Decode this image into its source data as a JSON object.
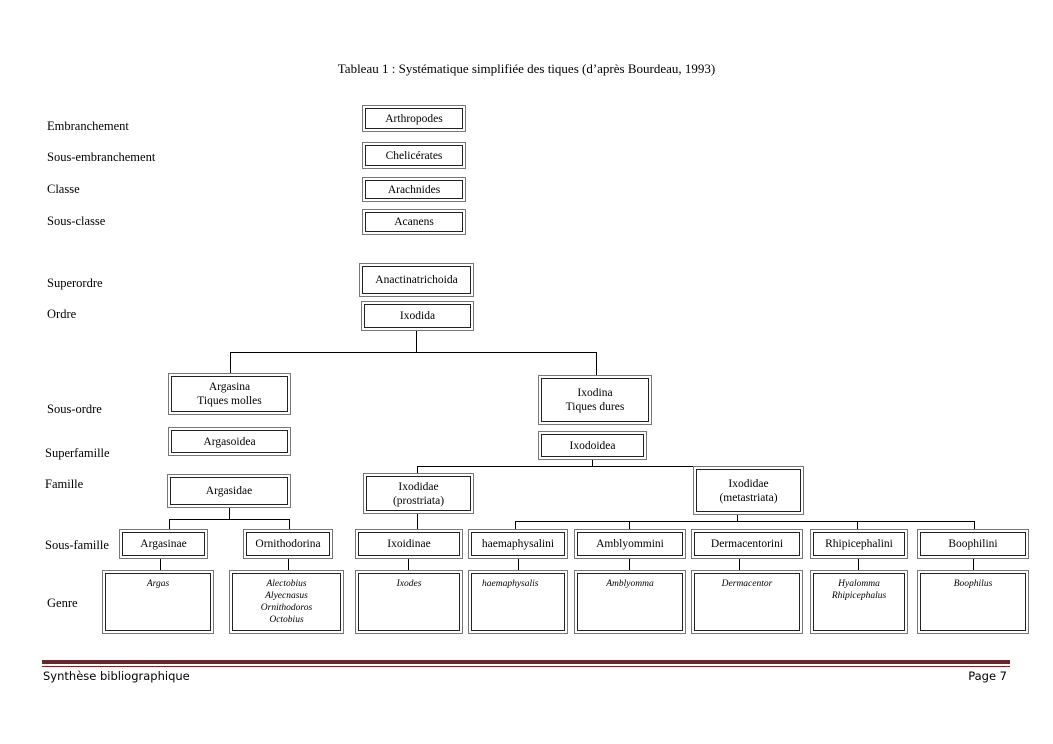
{
  "title": "Tableau 1 : Systématique simplifiée des tiques (d’après Bourdeau, 1993)",
  "ranks": {
    "embranchement": "Embranchement",
    "sous_embranchement": "Sous-embranchement",
    "classe": "Classe",
    "sous_classe": "Sous-classe",
    "superordre": "Superordre",
    "ordre": "Ordre",
    "sous_ordre": "Sous-ordre",
    "superfamille": "Superfamille",
    "famille": "Famille",
    "sous_famille": "Sous-famille",
    "genre": "Genre"
  },
  "taxa": {
    "embranchement": "Arthropodes",
    "sous_embranchement": "Chelicérates",
    "classe": "Arachnides",
    "sous_classe": "Acanens",
    "superordre": "Anactinatrichoida",
    "ordre": "Ixodida",
    "argasina": [
      "Argasina",
      "Tiques molles"
    ],
    "ixodina": [
      "Ixodina",
      "Tiques dures"
    ],
    "argasoidea": "Argasoidea",
    "ixodoidea": "Ixodoidea",
    "argasidae": "Argasidae",
    "prostriata": [
      "Ixodidae",
      "(prostriata)"
    ],
    "metastriata": [
      "Ixodidae",
      "(metastriata)"
    ],
    "sous_familles": [
      "Argasinae",
      "Ornithodorina",
      "Ixoidinae",
      "haemaphysalini",
      "Amblyommini",
      "Dermacentorini",
      "Rhipicephalini",
      "Boophilini"
    ],
    "genres": [
      [
        "Argas"
      ],
      [
        "Alectobius",
        "Alyecnasus",
        "Ornithodoros",
        "Octobius"
      ],
      [
        "Ixodes"
      ],
      [
        "haemaphysalis"
      ],
      [
        "Amblyomma"
      ],
      [
        "Dermacentor"
      ],
      [
        "Hyalomma",
        "Rhipicephalus"
      ],
      [
        "Boophilus"
      ]
    ]
  },
  "footer": {
    "left": "Synthèse bibliographique",
    "right": "Page 7"
  }
}
